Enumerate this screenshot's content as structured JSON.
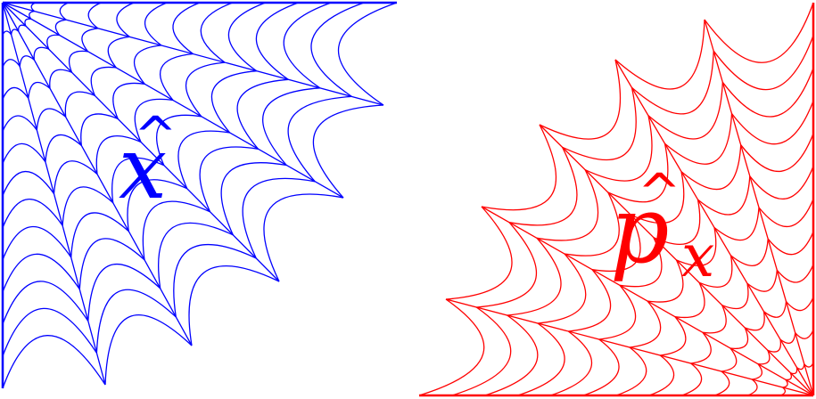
{
  "webs": [
    {
      "id": "position-web",
      "corner": "top-left",
      "color": "#0000ff",
      "operator": {
        "symbol": "x",
        "hat": "^",
        "subscript": ""
      }
    },
    {
      "id": "momentum-web",
      "corner": "bottom-right",
      "color": "#ff0000",
      "operator": {
        "symbol": "p",
        "hat": "^",
        "subscript": "x"
      }
    }
  ]
}
